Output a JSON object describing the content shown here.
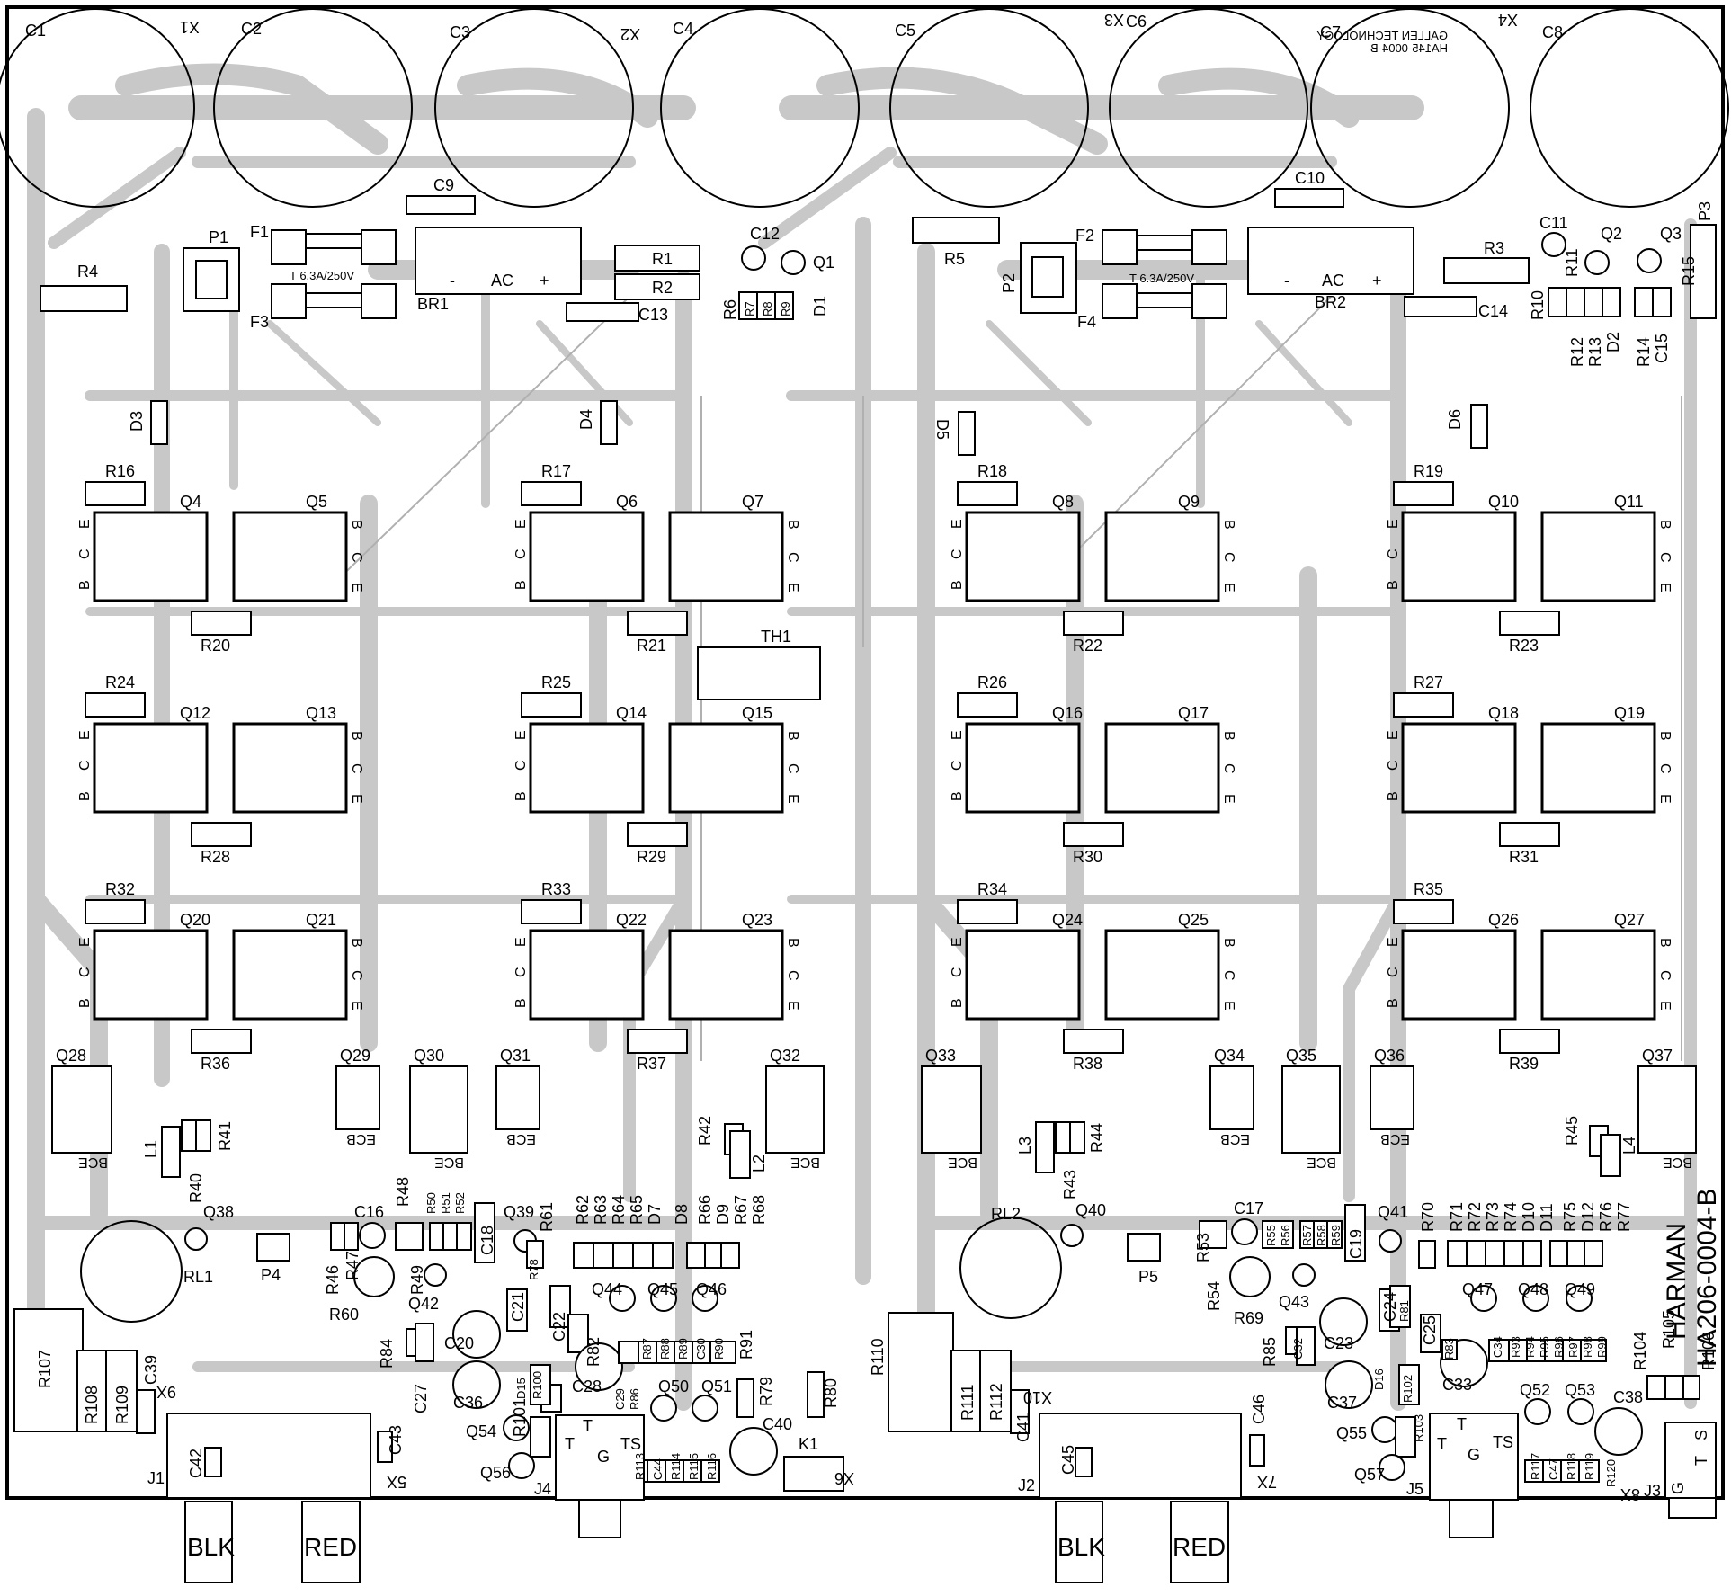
{
  "board": {
    "code_line1": "HARMAN",
    "code_line2": "HA206-0004-B",
    "mirror_line1": "GALLEN TECHNOLOGY",
    "mirror_line2": "HA145-0004-B",
    "fuse_rating": "T 6.3A/250V",
    "bridge_minus": "-",
    "bridge_ac": "AC",
    "bridge_plus": "+"
  },
  "caps_big": [
    "C1",
    "C2",
    "C3",
    "C4",
    "C5",
    "C6",
    "C7",
    "C8"
  ],
  "x_marks": [
    "X1",
    "X2",
    "X3",
    "X4"
  ],
  "top": {
    "left": {
      "C9": "C9",
      "P1": "P1",
      "F1": "F1",
      "F3": "F3",
      "BR1": "BR1",
      "R1": "R1",
      "R2": "R2",
      "C13": "C13",
      "C12": "C12",
      "Q1": "Q1",
      "R4": "R4",
      "R6": "R6",
      "R7": "R7",
      "R8": "R8",
      "R9": "R9",
      "D1": "D1"
    },
    "right": {
      "C10": "C10",
      "R5": "R5",
      "P2": "P2",
      "F2": "F2",
      "F4": "F4",
      "BR2": "BR2",
      "R3": "R3",
      "C14": "C14",
      "C11": "C11",
      "Q2": "Q2",
      "Q3": "Q3",
      "P3": "P3",
      "R10": "R10",
      "R11": "R11",
      "R12": "R12",
      "R13": "R13",
      "D2": "D2",
      "R14": "R14",
      "C15": "C15",
      "R15": "R15"
    }
  },
  "diodes": [
    "D3",
    "D4",
    "D5",
    "D6"
  ],
  "thermistor": "TH1",
  "rows": [
    {
      "resistors_top": [
        "R16",
        "R17",
        "R18",
        "R19"
      ],
      "transistors": [
        "Q4",
        "Q5",
        "Q6",
        "Q7",
        "Q8",
        "Q9",
        "Q10",
        "Q11"
      ],
      "resistors_bottom": [
        "R20",
        "R21",
        "R22",
        "R23"
      ]
    },
    {
      "resistors_top": [
        "R24",
        "R25",
        "R26",
        "R27"
      ],
      "transistors": [
        "Q12",
        "Q13",
        "Q14",
        "Q15",
        "Q16",
        "Q17",
        "Q18",
        "Q19"
      ],
      "resistors_bottom": [
        "R28",
        "R29",
        "R30",
        "R31"
      ]
    },
    {
      "resistors_top": [
        "R32",
        "R33",
        "R34",
        "R35"
      ],
      "transistors": [
        "Q20",
        "Q21",
        "Q22",
        "Q23",
        "Q24",
        "Q25",
        "Q26",
        "Q27"
      ],
      "resistors_bottom": [
        "R36",
        "R37",
        "R38",
        "R39"
      ]
    }
  ],
  "pins": {
    "b": "B",
    "c": "C",
    "e": "E"
  },
  "driver_row": {
    "left": [
      "Q28",
      "Q29",
      "Q30",
      "Q31",
      "Q32"
    ],
    "right": [
      "Q33",
      "Q34",
      "Q35",
      "Q36",
      "Q37"
    ],
    "pin_label_bce": "BCE",
    "pin_label_ecb": "ECB"
  },
  "small_labels_left": {
    "L1": "L1",
    "R40": "R40",
    "R41": "R41",
    "R42": "R42",
    "L2": "L2",
    "Q38": "Q38",
    "RL1": "RL1",
    "P4": "P4",
    "C16": "C16",
    "R46": "R46",
    "R47": "R47",
    "R48": "R48",
    "R49": "R49",
    "R50": "R50",
    "R51": "R51",
    "R52": "R52",
    "C18": "C18",
    "Q39": "Q39",
    "Q42": "Q42",
    "R60": "R60",
    "R61": "R61",
    "R62": "R62",
    "R63": "R63",
    "R64": "R64",
    "R65": "R65",
    "D7": "D7",
    "D8": "D8",
    "R66": "R66",
    "D9": "D9",
    "R67": "R67",
    "R68": "R68",
    "R78": "R78",
    "C20": "C20",
    "C21": "C21",
    "C22": "C22",
    "Q44": "Q44",
    "Q45": "Q45",
    "Q46": "Q46",
    "R82": "R82",
    "R84": "R84",
    "C27": "C27",
    "C36": "C36",
    "D15": "D15",
    "R100": "R100",
    "C28": "C28",
    "C29": "C29",
    "R86": "R86",
    "R87": "R87",
    "R88": "R88",
    "R89": "R89",
    "C30": "C30",
    "R90": "R90",
    "R91": "R91",
    "Q50": "Q50",
    "Q51": "Q51",
    "R79": "R79",
    "R80": "R80",
    "C40": "C40",
    "K1": "K1",
    "X6": "X6",
    "Q54": "Q54",
    "Q56": "Q56",
    "R101": "R101",
    "R113": "R113",
    "C44": "C44",
    "R114": "R114",
    "R115": "R115",
    "R116": "R116",
    "R107": "R107",
    "R108": "R108",
    "R109": "R109",
    "C39": "C39",
    "X9": "9X",
    "C42": "C42",
    "C43": "C43",
    "X5": "5X",
    "J1": "J1",
    "J4": "J4",
    "T1": "T",
    "T2": "T",
    "G": "G",
    "TS": "TS"
  },
  "small_labels_right": {
    "L3": "L3",
    "R43": "R43",
    "R44": "R44",
    "R45": "R45",
    "L4": "L4",
    "Q40": "Q40",
    "RL2": "RL2",
    "P5": "P5",
    "C17": "C17",
    "R53": "R53",
    "R54": "R54",
    "R55": "R55",
    "R56": "R56",
    "R57": "R57",
    "R58": "R58",
    "R59": "R59",
    "C19": "C19",
    "Q41": "Q41",
    "Q43": "Q43",
    "R69": "R69",
    "R70": "R70",
    "R71": "R71",
    "R72": "R72",
    "R73": "R73",
    "R74": "R74",
    "D10": "D10",
    "D11": "D11",
    "R75": "R75",
    "D12": "D12",
    "R76": "R76",
    "R77": "R77",
    "C23": "C23",
    "C24": "C24",
    "R81": "R81",
    "C25": "C25",
    "R83": "R83",
    "Q47": "Q47",
    "Q48": "Q48",
    "Q49": "Q49",
    "R85": "R85",
    "C32": "C32",
    "C37": "C37",
    "D16": "D16",
    "R102": "R102",
    "C33": "C33",
    "C34": "C34",
    "R93": "R93",
    "R94": "R94",
    "R95": "R95",
    "R96": "R96",
    "R97": "R97",
    "R98": "R98",
    "R99": "R99",
    "Q52": "Q52",
    "Q53": "Q53",
    "C38": "C38",
    "R104": "R104",
    "R105": "R105",
    "R106": "R106",
    "Q55": "Q55",
    "Q57": "Q57",
    "R103": "R103",
    "R117": "R117",
    "C47": "C47",
    "R118": "R118",
    "R119": "R119",
    "R120": "R120",
    "R110": "R110",
    "R111": "R111",
    "R112": "R112",
    "C41": "C41",
    "X10": "X10",
    "C46": "C46",
    "C45": "C45",
    "X7": "7X",
    "X8": "8X",
    "J2": "J2",
    "J5": "J5",
    "J3": "J3",
    "T1": "T",
    "T2": "T",
    "G": "G",
    "TS": "TS",
    "T3": "T",
    "G3": "G",
    "S3": "S"
  },
  "terminals": {
    "blk": "BLK",
    "red": "RED"
  }
}
